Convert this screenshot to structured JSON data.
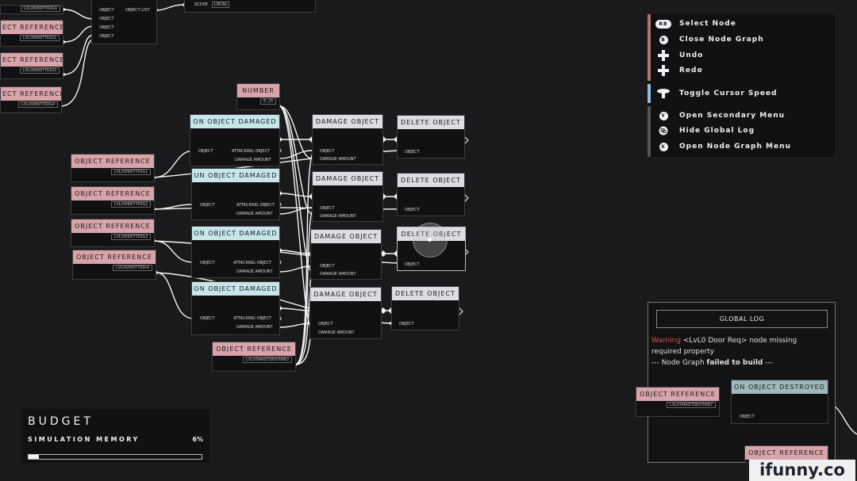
{
  "colors": {
    "background": "#1a1a1d",
    "reference_node": "#d9a3aa",
    "event_node": "#c6e6ea",
    "action_node": "#dcdde3",
    "wire": "#f5f5f5",
    "warning": "#e0503c",
    "controls_group_1": "#b0756e",
    "controls_group_2": "#8cc0dc",
    "controls_group_3": "#555555"
  },
  "top_left": {
    "ref_labels": [
      "ECT REFERENCE",
      "ECT REFERENCE",
      "ECT REFERENCE"
    ],
    "ref_values": [
      "LVLOSHOOTTRIG2",
      "LVLOSHOOTTRIG3"
    ],
    "ref_last": {
      "title": "ECT REFERENCE",
      "value": "LVLOSHOOTTRIG4"
    },
    "trig1_value": "LVLOSHOOTTRIG1",
    "object_list": {
      "col1": [
        "OBJECT",
        "OBJECT",
        "OBJECT",
        "OBJECT"
      ],
      "col2": "OBJECT LIST"
    },
    "scope": {
      "label": "SCOPE",
      "value": "LOCAL"
    }
  },
  "number_node": {
    "title": "NUMBER",
    "value": "0.25"
  },
  "object_refs": [
    {
      "title": "OBJECT REFERENCE",
      "value": "LVLOSHOOTTRIG1"
    },
    {
      "title": "OBJECT REFERENCE",
      "value": "LVLOSHOOTTRIG2"
    },
    {
      "title": "OBJECT REFERENCE",
      "value": "LVLOSHOOTTRIG3"
    },
    {
      "title": "OBJECT REFERENCE",
      "value": "LVLOSHOOTTRIG4"
    }
  ],
  "damage_events": [
    {
      "title": "ON OBJECT DAMAGED",
      "out_object": "OBJECT",
      "out_attacker": "ATTACKING OBJECT",
      "out_amount": "DAMAGE AMOUNT"
    },
    {
      "title": "UN OBJECT DAMAGED",
      "out_object": "OBJECT",
      "out_attacker": "ATTACKING OBJECT",
      "out_amount": "DAMAGE AMOUNT"
    },
    {
      "title": "ON OBJECT DAMAGED",
      "out_object": "OBJECT",
      "out_attacker": "ATTACKING OBJECT",
      "out_amount": "DAMAGE AMOUNT"
    },
    {
      "title": "ON OBJECT DAMAGED",
      "out_object": "OBJECT",
      "out_attacker": "ATTACKING OBJECT",
      "out_amount": "DAMAGE AMOUNT"
    }
  ],
  "damage_objects": [
    {
      "title": "DAMAGE OBJECT",
      "in_object": "OBJECT",
      "in_amount": "DAMAGE AMOUNT"
    },
    {
      "title": "DAMAGE OBJECT",
      "in_object": "OBJECT",
      "in_amount": "DAMAGE AMOUNT"
    },
    {
      "title": "DAMAGE OBJECT",
      "in_object": "OBJECT",
      "in_amount": "DAMAGE AMOUNT"
    },
    {
      "title": "DAMAGE OBJECT",
      "in_object": "OBJECT",
      "in_amount": "DAMAGE AMOUNT"
    }
  ],
  "delete_objects": [
    {
      "title": "DELETE OBJECT",
      "in_object": "OBJECT"
    },
    {
      "title": "DELETE OBJECT",
      "in_object": "OBJECT"
    },
    {
      "title": "DELETE OBJECT",
      "in_object": "OBJECT"
    },
    {
      "title": "DELETE OBJECT",
      "in_object": "OBJECT"
    }
  ],
  "death_ref": {
    "title": "OBJECT REFERENCE",
    "value": "LVLOTARGETDEATHOBJ"
  },
  "controls": [
    {
      "button": "RB",
      "label": "Select Node",
      "icon": "rb-button-icon"
    },
    {
      "button": "B",
      "label": "Close Node Graph",
      "icon": "b-button-icon"
    },
    {
      "button": "",
      "label": "Undo",
      "icon": "dpad-icon"
    },
    {
      "button": "",
      "label": "Redo",
      "icon": "dpad-icon"
    },
    {
      "button": "",
      "label": "Toggle Cursor Speed",
      "icon": "stick-icon"
    },
    {
      "button": "Y",
      "label": "Open Secondary Menu",
      "icon": "y-button-icon"
    },
    {
      "button": "",
      "label": "Hide Global Log",
      "icon": "view-button-icon"
    },
    {
      "button": "X",
      "label": "Open Node Graph Menu",
      "icon": "x-button-icon"
    }
  ],
  "global_log": {
    "title": "GLOBAL LOG",
    "warning_word": "Warning",
    "warning_text": " <LvL0 Door Req>  node missing",
    "line2": "required property",
    "line3_prefix": "--- Node Graph ",
    "line3_bold": "failed to build",
    "line3_suffix": " ---",
    "ref": {
      "title": "OBJECT REFERENCE",
      "value": "LVLOTARGETDEATHOBJ"
    },
    "destroyed": {
      "title": "ON OBJECT DESTROYED",
      "out_object": "OBJECT"
    },
    "bottom_ref": {
      "title": "OBJECT REFERENCE"
    }
  },
  "budget": {
    "title": "BUDGET",
    "metric": "SIMULATION MEMORY",
    "percent_label": "6%",
    "fraction": 0.06
  },
  "watermark": "ifunny.co"
}
